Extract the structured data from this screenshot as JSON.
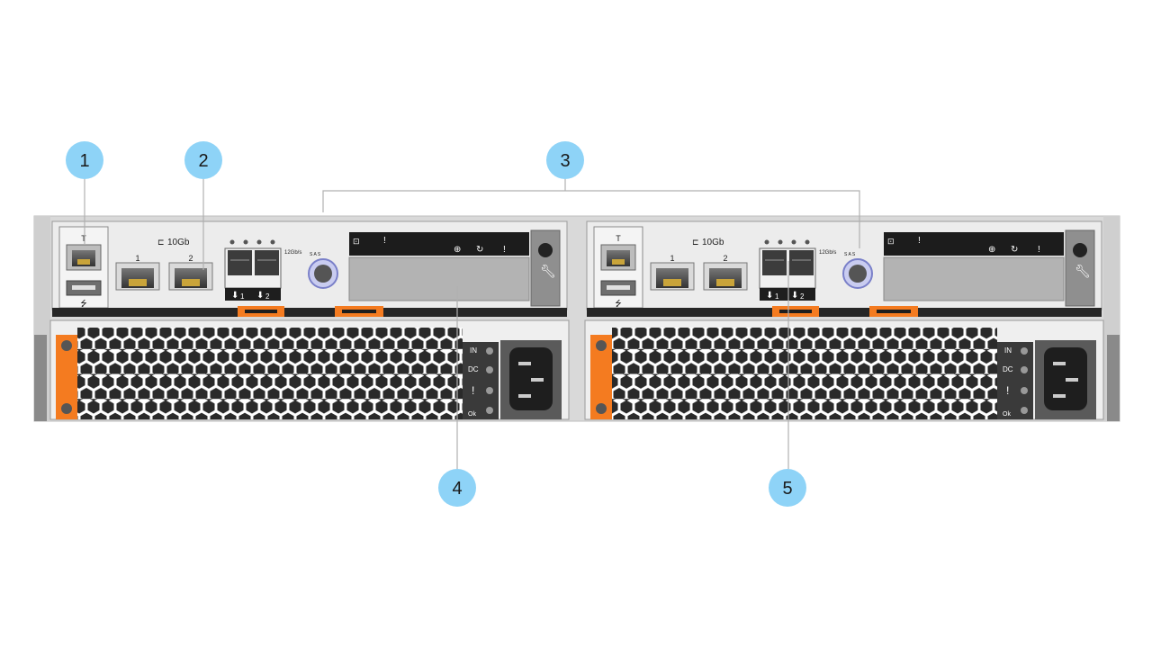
{
  "callouts": [
    {
      "id": "1"
    },
    {
      "id": "2"
    },
    {
      "id": "3"
    },
    {
      "id": "4"
    },
    {
      "id": "5"
    }
  ],
  "controllers": [
    {
      "speed_label": "10Gb",
      "port1_label": "1",
      "port2_label": "2",
      "sas1_label": "1",
      "sas2_label": "2",
      "mgmt_label": "T",
      "sas_text": "12Gb/s",
      "sas_letters": "S A S"
    },
    {
      "speed_label": "10Gb",
      "port1_label": "1",
      "port2_label": "2",
      "sas1_label": "1",
      "sas2_label": "2",
      "mgmt_label": "T",
      "sas_text": "12Gb/s",
      "sas_letters": "S A S"
    }
  ],
  "psu_leds": [
    "IN",
    "DC",
    "!",
    "Ok"
  ],
  "colors": {
    "callout": "#8ed3f7",
    "accent": "#f47b20",
    "chassis": "#e6e6e6",
    "panel": "#dcdcdc",
    "dark": "#2f2f2f"
  }
}
